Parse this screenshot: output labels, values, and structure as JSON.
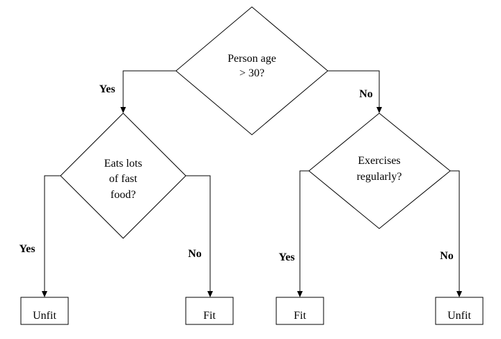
{
  "nodes": {
    "root": {
      "lines": [
        "Person age",
        "> 30?"
      ]
    },
    "fast_food": {
      "lines": [
        "Eats lots",
        "of fast",
        "food?"
      ]
    },
    "exercise": {
      "lines": [
        "Exercises",
        "regularly?"
      ]
    },
    "leaf_1": {
      "label": "Unfit"
    },
    "leaf_2": {
      "label": "Fit"
    },
    "leaf_3": {
      "label": "Fit"
    },
    "leaf_4": {
      "label": "Unfit"
    }
  },
  "edges": {
    "root_yes": "Yes",
    "root_no": "No",
    "fast_food_yes": "Yes",
    "fast_food_no": "No",
    "exercise_yes": "Yes",
    "exercise_no": "No"
  }
}
